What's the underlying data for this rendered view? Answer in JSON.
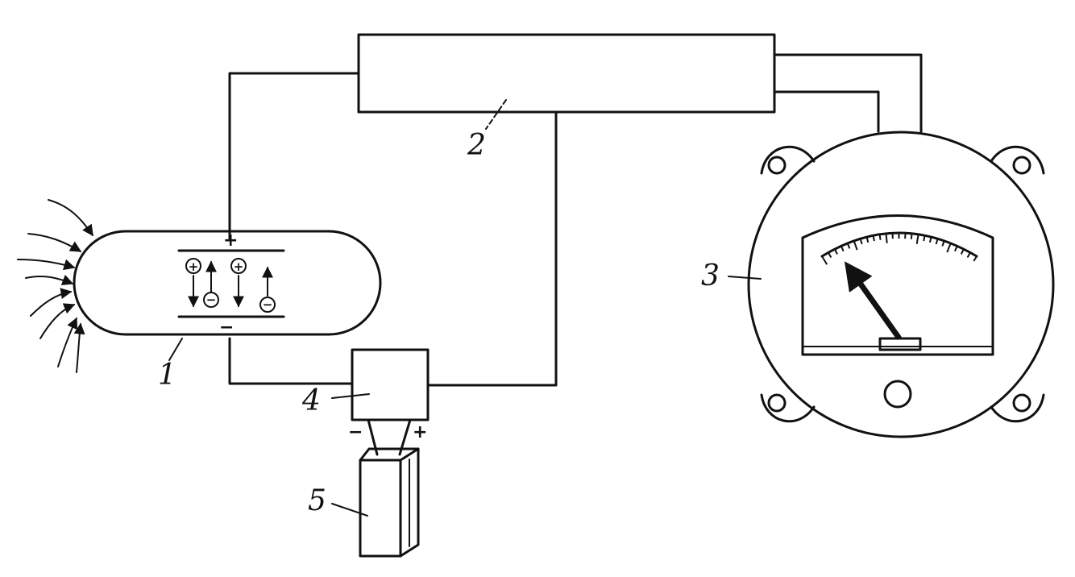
{
  "callouts": {
    "chamber": "1",
    "amplifier": "2",
    "meter": "3",
    "unit": "4",
    "battery": "5"
  },
  "polarity": {
    "plate_top": "+",
    "plate_bottom": "−",
    "battery_neg": "−",
    "battery_pos": "+"
  },
  "ions": {
    "positive": "+",
    "negative": "−"
  }
}
